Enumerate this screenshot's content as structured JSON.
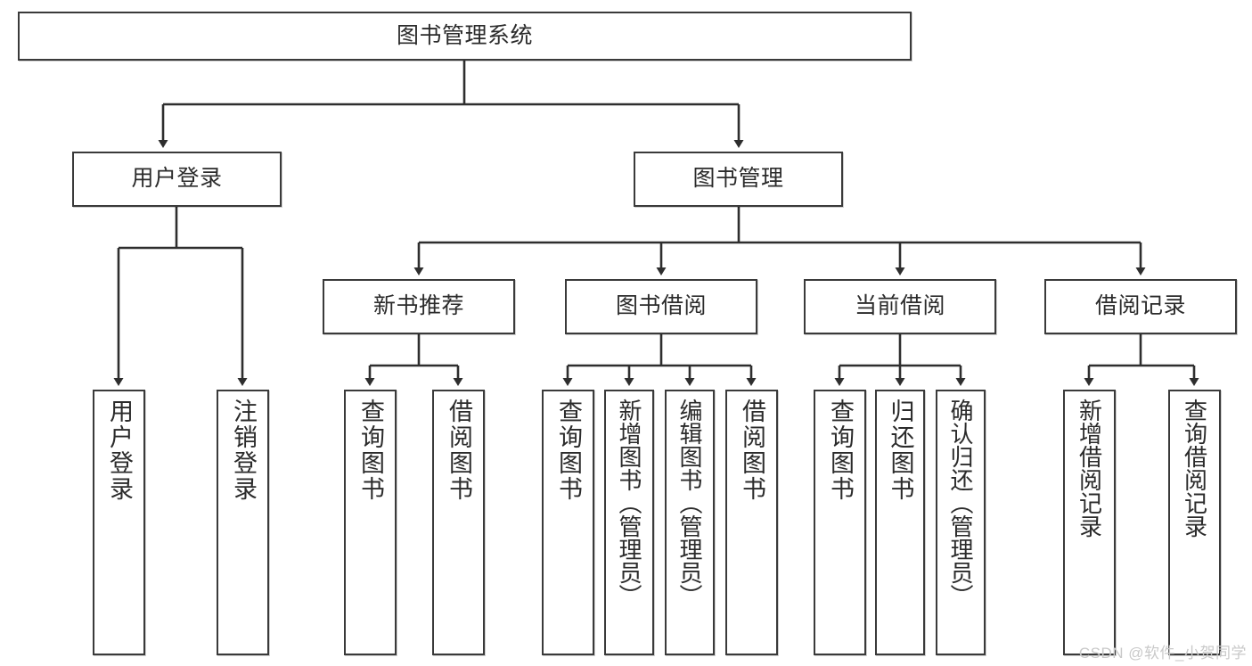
{
  "diagram": {
    "title": "图书管理系统",
    "type": "tree",
    "watermark": "CSDN @软件_小贺同学",
    "colors": {
      "stroke": "#3a3a3a",
      "fill": "#ffffff",
      "text": "#2b2b2b",
      "watermark": "#c9c9c9"
    },
    "levels": {
      "root": {
        "label": "图书管理系统"
      },
      "level2": [
        {
          "label": "用户登录"
        },
        {
          "label": "图书管理"
        }
      ],
      "level3": [
        {
          "label": "新书推荐"
        },
        {
          "label": "图书借阅"
        },
        {
          "label": "当前借阅"
        },
        {
          "label": "借阅记录"
        }
      ],
      "leaves": [
        {
          "label": "用户登录",
          "parent": "用户登录"
        },
        {
          "label": "注销登录",
          "parent": "用户登录"
        },
        {
          "label": "查询图书",
          "parent": "新书推荐"
        },
        {
          "label": "借阅图书",
          "parent": "新书推荐"
        },
        {
          "label": "查询图书",
          "parent": "图书借阅"
        },
        {
          "label": "新增图书（管理员）",
          "parent": "图书借阅"
        },
        {
          "label": "编辑图书（管理员）",
          "parent": "图书借阅"
        },
        {
          "label": "借阅图书",
          "parent": "图书借阅"
        },
        {
          "label": "查询图书",
          "parent": "当前借阅"
        },
        {
          "label": "归还图书",
          "parent": "当前借阅"
        },
        {
          "label": "确认归还（管理员）",
          "parent": "当前借阅"
        },
        {
          "label": "新增借阅记录",
          "parent": "借阅记录"
        },
        {
          "label": "查询借阅记录",
          "parent": "借阅记录"
        }
      ]
    }
  }
}
